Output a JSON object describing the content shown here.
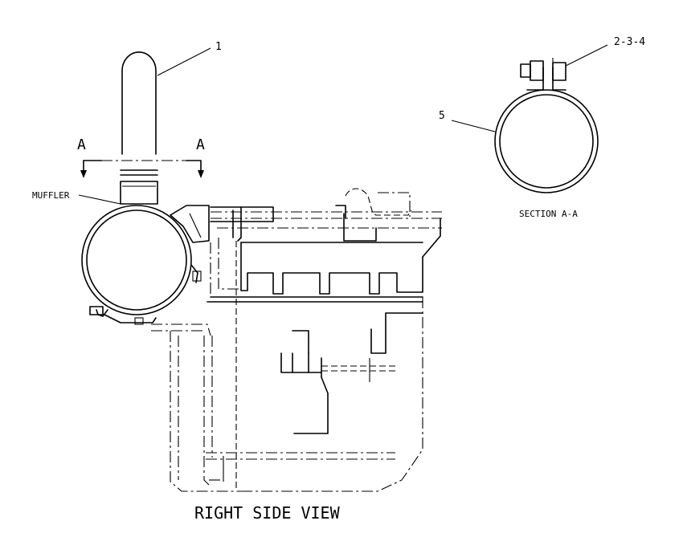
{
  "labels": {
    "callout_1": "1",
    "callout_234": "2-3-4",
    "callout_5": "5",
    "section_left": "A",
    "section_right": "A",
    "muffler": "MUFFLER",
    "section_title": "SECTION A-A",
    "view_title": "RIGHT SIDE VIEW"
  }
}
